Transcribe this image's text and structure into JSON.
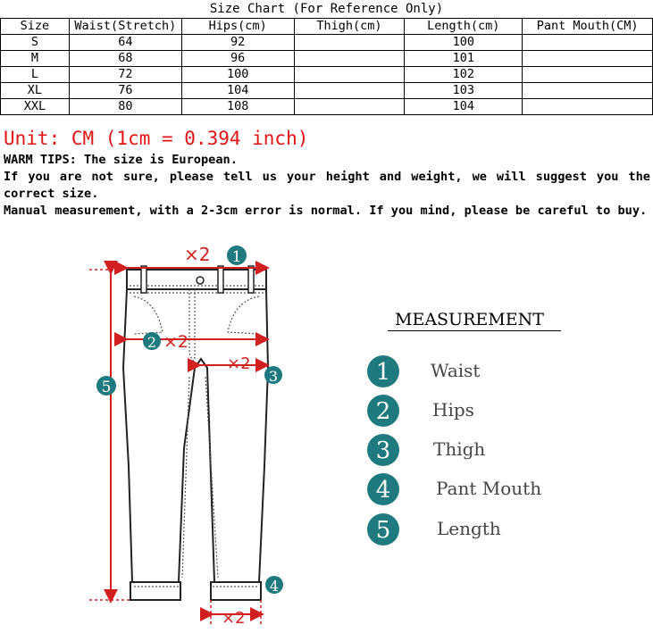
{
  "chart_title": "Size Chart  (For Reference Only)",
  "table": {
    "headers": [
      "Size",
      "Waist(Stretch)",
      "Hips(cm)",
      "Thigh(cm)",
      "Length(cm)",
      "Pant Mouth(CM)"
    ],
    "rows": [
      [
        "S",
        "64",
        "92",
        "",
        "100",
        ""
      ],
      [
        "M",
        "68",
        "96",
        "",
        "101",
        ""
      ],
      [
        "L",
        "72",
        "100",
        "",
        "102",
        ""
      ],
      [
        "XL",
        "76",
        "104",
        "",
        "103",
        ""
      ],
      [
        "XXL",
        "80",
        "108",
        "",
        "104",
        ""
      ]
    ]
  },
  "unit_text": "Unit: CM (1cm = 0.394 inch)",
  "tips": {
    "line1": "WARM TIPS: The size is European.",
    "line2": "If you are not sure, please tell us your height and weight, we will suggest you the correct size.",
    "line3": "Manual measurement, with a 2-3cm error is normal. If you mind, please be careful to buy."
  },
  "diagram": {
    "waist_mult": "×2",
    "hips_mult": "×2",
    "thigh_mult": "×2",
    "mouth_mult": "×2",
    "markers": [
      "1",
      "2",
      "3",
      "4",
      "5"
    ]
  },
  "legend": {
    "title": "MEASUREMENT",
    "items": [
      {
        "num": "1",
        "label": "Waist"
      },
      {
        "num": "2",
        "label": "Hips"
      },
      {
        "num": "3",
        "label": "Thigh"
      },
      {
        "num": "4",
        "label": "Pant Mouth"
      },
      {
        "num": "5",
        "label": "Length"
      }
    ]
  },
  "colors": {
    "accent_red": "#e01414",
    "badge_teal": "#1f7a7f",
    "arrow_red": "#d22020"
  }
}
